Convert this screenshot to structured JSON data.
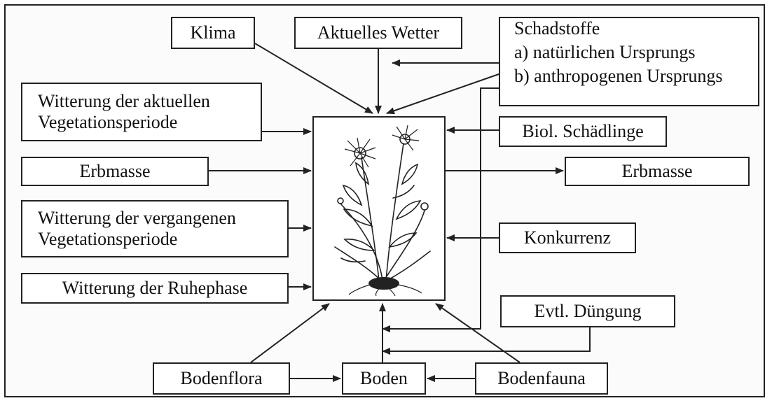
{
  "boxes": {
    "klima": "Klima",
    "aktuelles_wetter": "Aktuelles Wetter",
    "schadstoffe": {
      "title": "Schadstoffe",
      "line_a": "a) natürlichen Ursprungs",
      "line_b": "b) anthropogenen Ursprungs"
    },
    "witterung_aktuell": {
      "line1": "Witterung der aktuellen",
      "line2": "Vegetationsperiode"
    },
    "biol_schaedlinge": "Biol. Schädlinge",
    "erbmasse_in": "Erbmasse",
    "erbmasse_out": "Erbmasse",
    "witterung_vergangen": {
      "line1": "Witterung der vergangenen",
      "line2": "Vegetationsperiode"
    },
    "konkurrenz": "Konkurrenz",
    "witterung_ruhephase": "Witterung der Ruhephase",
    "duengung": "Evtl. Düngung",
    "bodenflora": "Bodenflora",
    "boden": "Boden",
    "bodenfauna": "Bodenfauna"
  },
  "plant": {
    "icon": "flowering-plant-illustration"
  }
}
